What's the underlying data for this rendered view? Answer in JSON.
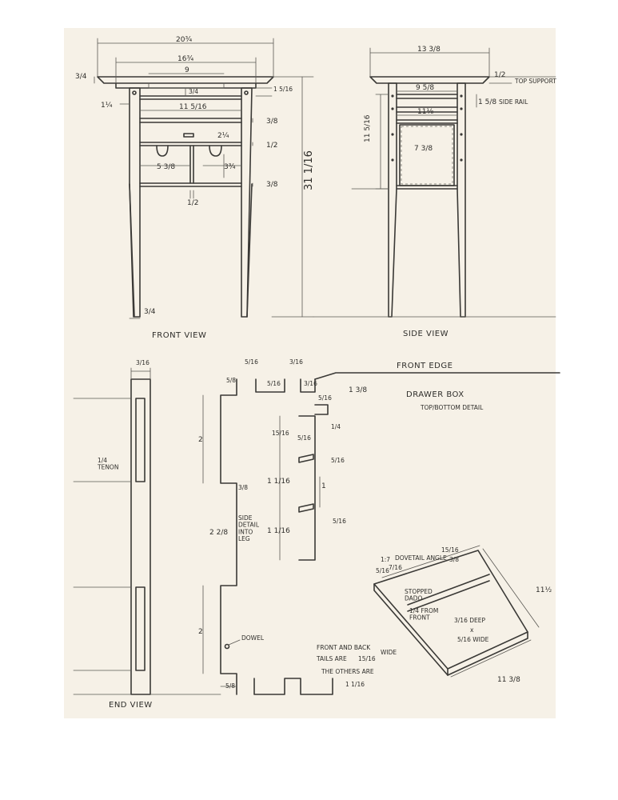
{
  "views": {
    "front": {
      "caption": "FRONT VIEW",
      "dims": {
        "overall_width": "20¾",
        "mid_width": "16¾",
        "inner_width": "9",
        "top_thickness": "3/4",
        "apron_gap": "3/4",
        "right_depth": "1 5/16",
        "leg_width": "1¼",
        "drawer_width": "11 5/16",
        "rail_a": "3/8",
        "drawer_pull": "2¼",
        "rail_b": "1/2",
        "left_opening": "5 3/8",
        "right_opening": "3¾",
        "rail_c": "3/8",
        "divider": "1/2",
        "overall_height": "31 1/16",
        "foot": "3/4"
      }
    },
    "side": {
      "caption": "SIDE VIEW",
      "dims": {
        "overall_depth": "13 3/8",
        "top_thickness": "1/2",
        "inner_depth": "9 5/8",
        "rail_depth": "11⅛",
        "side_height": "11 5/16",
        "panel_height": "7 3/8",
        "side_rail": "1 5/8"
      },
      "notes": {
        "top_support": "TOP SUPPORT",
        "side_rail": "SIDE RAIL"
      }
    },
    "end": {
      "caption": "END VIEW",
      "dims": {
        "thickness": "3/16"
      },
      "notes": {
        "tenon": "1/4\nTENON"
      }
    },
    "detail": {
      "dims": {
        "top_a": "5/16",
        "top_b": "3/16",
        "top_c": "3/16",
        "top_d": "5/8",
        "top_e": "5/16",
        "top_f": "5/16",
        "front_right": "1 3/8",
        "quarter": "1/4",
        "gap_a": "15/16",
        "gap_b": "5/16",
        "seg_1": "1 1/16",
        "one": "1",
        "seg_2": "1 1/16",
        "small_b": "5/16",
        "upper_2": "2",
        "mid_3_8": "3/8",
        "seg_22": "2 2/8",
        "lower_2": "2",
        "foot_5_8": "5/8",
        "foot_1_16": "1 1/16"
      },
      "notes": {
        "front_edge": "FRONT EDGE",
        "drawer_box": "DRAWER BOX",
        "top_bottom": "TOP/BOTTOM DETAIL",
        "side_detail": "SIDE\nDETAIL\nINTO\nLEG",
        "dowel": "DOWEL",
        "tails_1": "FRONT AND BACK",
        "tails_2": "TAILS ARE",
        "tails_frac": "15/16",
        "tails_3": "WIDE",
        "others": "THE OTHERS ARE"
      }
    },
    "iso": {
      "dims": {
        "angle": "1:7",
        "dovetail_angle": "DOVETAIL ANGLE",
        "a": "5/16",
        "b": "15/16",
        "c": "3/8",
        "d": "7/16",
        "width": "11½",
        "length": "11 3/8"
      },
      "notes": {
        "stopped_dado": "STOPPED\nDADO",
        "from_front": "1/4 FROM\nFRONT",
        "deep": "3/16 DEEP",
        "x": "x",
        "wide": "5/16 WIDE"
      }
    }
  }
}
